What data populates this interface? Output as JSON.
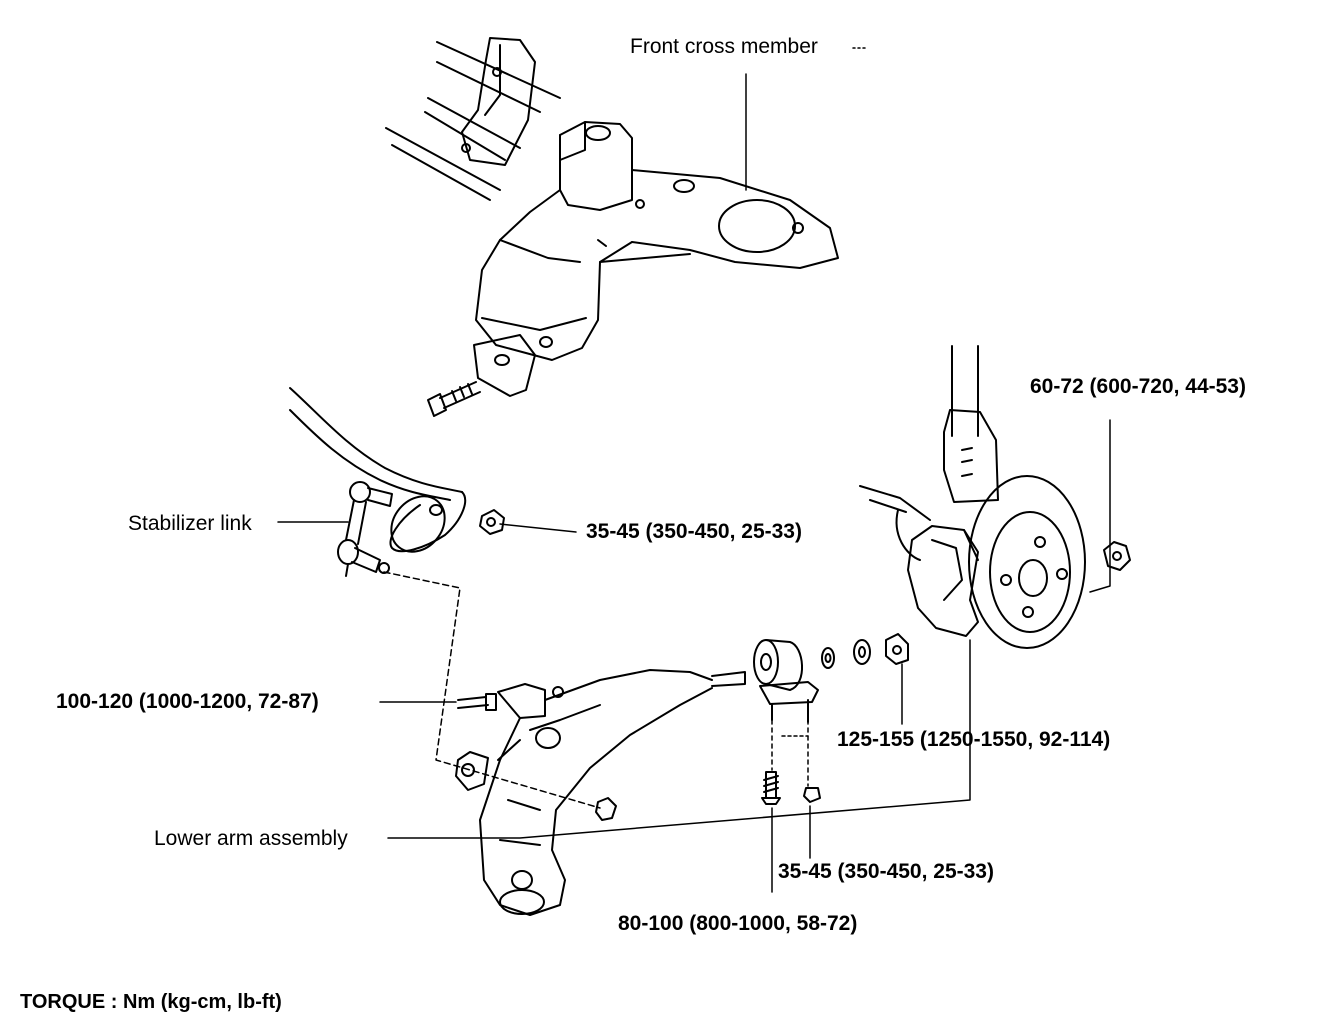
{
  "diagram": {
    "labels": {
      "front_cross_member": "Front cross member",
      "stabilizer_link": "Stabilizer link",
      "lower_arm_assembly": "Lower arm assembly"
    },
    "torques": {
      "knuckle_nut": "60-72 (600-720, 44-53)",
      "link_nut": "35-45 (350-450, 25-33)",
      "arm_front_bolt": "100-120 (1000-1200, 72-87)",
      "bushing_nut": "125-155 (1250-1550, 92-114)",
      "bracket_nut": "35-45 (350-450, 25-33)",
      "bracket_bolt": "80-100 (800-1000, 58-72)"
    },
    "footer": "TORQUE : Nm (kg-cm, lb-ft)",
    "line_color": "#000000",
    "background": "#ffffff"
  }
}
